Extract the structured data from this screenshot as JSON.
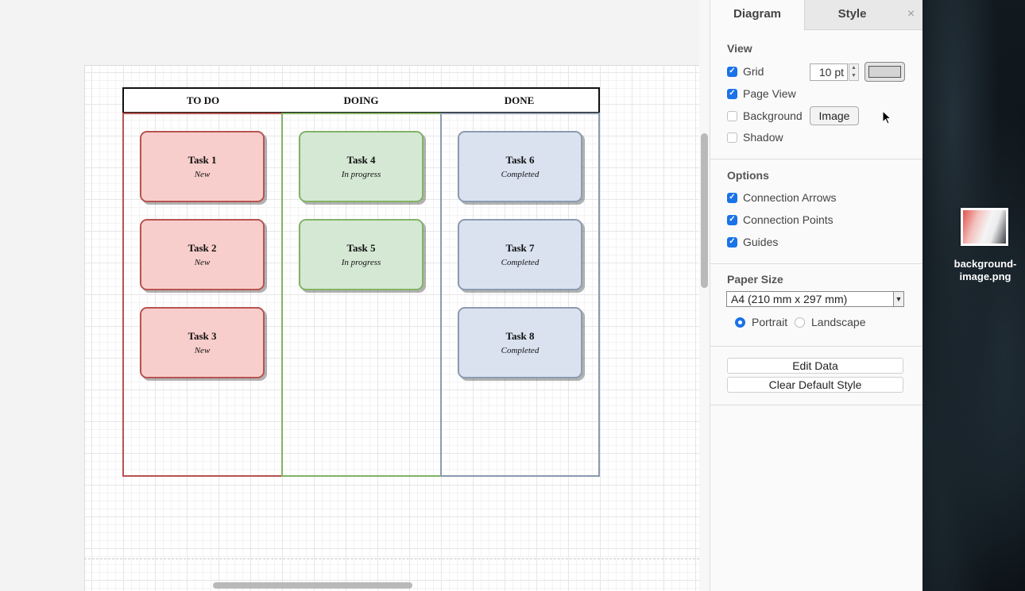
{
  "board": {
    "columns": [
      "TO DO",
      "DOING",
      "DONE"
    ],
    "cards": [
      {
        "title": "Task 1",
        "status": "New"
      },
      {
        "title": "Task 2",
        "status": "New"
      },
      {
        "title": "Task 3",
        "status": "New"
      },
      {
        "title": "Task 4",
        "status": "In progress"
      },
      {
        "title": "Task 5",
        "status": "In progress"
      },
      {
        "title": "Task 6",
        "status": "Completed"
      },
      {
        "title": "Task 7",
        "status": "Completed"
      },
      {
        "title": "Task 8",
        "status": "Completed"
      }
    ],
    "colors": {
      "todo_fill": "#f8cecc",
      "todo_stroke": "#b85450",
      "doing_fill": "#d5e8d4",
      "doing_stroke": "#82b366",
      "done_fill": "#dae2f0",
      "done_stroke": "#8c9bb0"
    }
  },
  "panel": {
    "tabs": {
      "diagram": "Diagram",
      "style": "Style",
      "close": "×"
    },
    "view": {
      "title": "View",
      "grid": {
        "label": "Grid",
        "checked": true,
        "size": "10 pt"
      },
      "page_view": {
        "label": "Page View",
        "checked": true
      },
      "background": {
        "label": "Background",
        "checked": false,
        "image_button": "Image"
      },
      "shadow": {
        "label": "Shadow",
        "checked": false
      }
    },
    "options": {
      "title": "Options",
      "connection_arrows": {
        "label": "Connection Arrows",
        "checked": true
      },
      "connection_points": {
        "label": "Connection Points",
        "checked": true
      },
      "guides": {
        "label": "Guides",
        "checked": true
      }
    },
    "paper_size": {
      "title": "Paper Size",
      "selected": "A4 (210 mm x 297 mm)",
      "portrait": "Portrait",
      "landscape": "Landscape",
      "orientation": "Portrait"
    },
    "buttons": {
      "edit_data": "Edit Data",
      "clear_default_style": "Clear Default Style"
    }
  },
  "desktop": {
    "file_name_line1": "background-",
    "file_name_line2": "image.png"
  }
}
